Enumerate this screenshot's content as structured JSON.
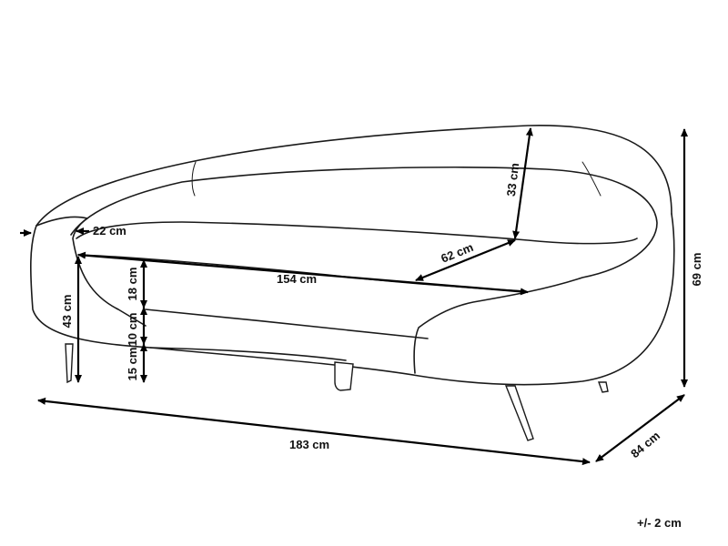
{
  "dimensions": {
    "overall_length": "183 cm",
    "overall_depth": "84 cm",
    "overall_height": "69 cm",
    "back_height": "33 cm",
    "seat_width": "154 cm",
    "seat_depth": "62 cm",
    "arm_width": "22 cm",
    "seat_height": "43 cm",
    "arm_above_seat": "18 cm",
    "cushion_thickness": "10 cm",
    "leg_height": "15 cm"
  },
  "tolerance": "+/- 2 cm",
  "icons": {
    "arrowhead": "arrowhead-icon"
  }
}
